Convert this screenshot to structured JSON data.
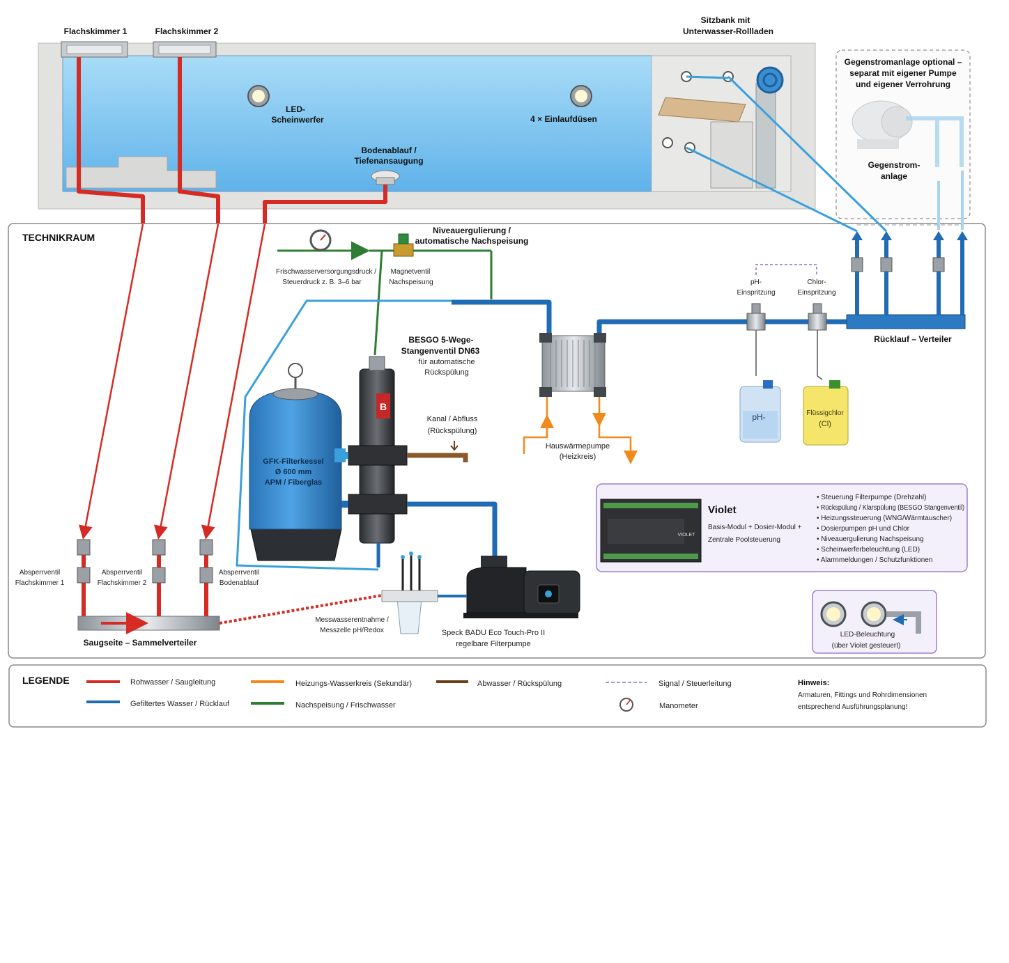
{
  "pool": {
    "skimmer1": "Flachskimmer 1",
    "skimmer2": "Flachskimmer 2",
    "bench_line1": "Sitzbank mit",
    "bench_line2": "Unterwasser-Rollladen",
    "led_line1": "LED-",
    "led_line2": "Scheinwerfer",
    "nozzles": "4 × Einlaufdüsen",
    "drain_line1": "Bodenablauf /",
    "drain_line2": "Tiefenansaugung"
  },
  "counterflow": {
    "title_line1": "Gegenstromanlage optional –",
    "title_line2": "separat mit eigener Pumpe",
    "title_line3": "und eigener Verrohrung",
    "unit_line1": "Gegenstrom-",
    "unit_line2": "anlage"
  },
  "techroom": {
    "title": "TECHNIKRAUM",
    "level_line1": "Niveauergulierung /",
    "level_line2": "automatische Nachspeisung",
    "pressure_line1": "Frischwasserversorgungsdruck /",
    "pressure_line2": "Steuerdruck z. B. 3–6 bar",
    "valve_line1": "Magnetventil",
    "valve_line2": "Nachspeisung",
    "besgo_line1": "BESGO 5-Wege-",
    "besgo_line2": "Stangenventil DN63",
    "besgo_line3": "für automatische",
    "besgo_line4": "Rückspülung",
    "drain_line1": "Kanal / Abfluss",
    "drain_line2": "(Rückspülung)",
    "filter_line1": "GFK-Filterkessel",
    "filter_line2": "Ø 600 mm",
    "filter_line3": "APM / Fiberglas",
    "heatpump_line1": "Hauswärmepumpe",
    "heatpump_line2": "(Heizkreis)",
    "ph_line1": "pH-",
    "ph_line2": "Einspritzung",
    "cl_line1": "Chlor-",
    "cl_line2": "Einspritzung",
    "return_manifold": "Rücklauf – Verteiler",
    "canister_ph": "pH-",
    "canister_cl_line1": "Flüssigchlor",
    "canister_cl_line2": "(Cl)",
    "valve_s1_line1": "Absperrventil",
    "valve_s1_line2": "Flachskimmer 1",
    "valve_s2_line1": "Absperrventil",
    "valve_s2_line2": "Flachskimmer 2",
    "valve_bd_line1": "Absperrventil",
    "valve_bd_line2": "Bodenablauf",
    "suction_manifold": "Saugseite – Sammelverteiler",
    "cell_line1": "Messwasserentnahme /",
    "cell_line2": "Messzelle pH/Redox",
    "pump_line1": "Speck BADU Eco Touch-Pro II",
    "pump_line2": "regelbare Filterpumpe",
    "besgo_badge": "B"
  },
  "violet": {
    "title": "Violet",
    "sub_line1": "Basis-Modul + Dosier-Modul +",
    "sub_line2": "Zentrale Poolsteuerung",
    "device_label": "VIOLET",
    "features": [
      "Steuerung Filterpumpe (Drehzahl)",
      "Rückspülung / Klarspülung (BESGO Stangenventil)",
      "Heizungssteuerung (WNG/Wärmtauscher)",
      "Dosierpumpen pH und Chlor",
      "Niveauergulierung Nachspeisung",
      "Scheinwerferbeleuchtung (LED)",
      "Alarmmeldungen / Schutzfunktionen"
    ]
  },
  "led_box": {
    "line1": "LED-Beleuchtung",
    "line2": "(über Violet gesteuert)"
  },
  "legend": {
    "title": "LEGENDE",
    "items": [
      {
        "label": "Rohwasser / Saugleitung",
        "color": "#d62b24"
      },
      {
        "label": "Gefiltertes Wasser / Rücklauf",
        "color": "#1f6cb5"
      },
      {
        "label": "Heizungs-Wasserkreis (Sekundär)",
        "color": "#f08a1c"
      },
      {
        "label": "Nachspeisung / Frischwasser",
        "color": "#2e7d32"
      },
      {
        "label": "Abwasser / Rückspülung",
        "color": "#6b3f17"
      },
      {
        "label": "Signal / Steuerleitung",
        "color": "#8e6cc9"
      },
      {
        "label": "Manometer",
        "color": "#555555"
      }
    ],
    "note_title": "Hinweis:",
    "note_line1": "Armaturen, Fittings und Rohrdimensionen",
    "note_line2": "entsprechend Ausführungsplanung!"
  },
  "colors": {
    "raw": "#d62b24",
    "filtered": "#1f6cb5",
    "filtered_light": "#3aa0dc",
    "heating": "#f08a1c",
    "fresh": "#2e7d32",
    "waste": "#8b5a2b",
    "signal": "#8e6cc9",
    "pool_water": "#7cc3ef",
    "concrete": "#e3e3e1"
  }
}
